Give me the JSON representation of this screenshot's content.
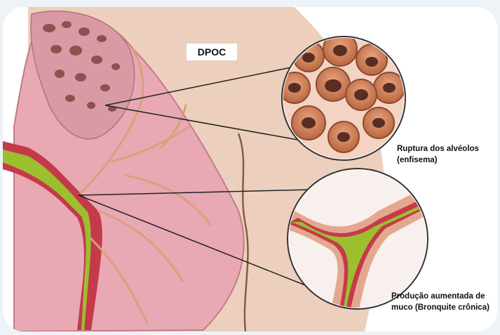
{
  "diagram": {
    "title": "DPOC",
    "labels": [
      {
        "id": "emphysema",
        "lines": [
          "Ruptura dos alvéolos",
          "(enfisema)"
        ]
      },
      {
        "id": "bronchitis",
        "lines": [
          "Produção aumentada de",
          "muco (Bronquite crônica)"
        ]
      }
    ]
  },
  "colors": {
    "background": "#eef3f8",
    "panel": "#ffffff",
    "lung_tissue": "#e8a9b4",
    "airway_wall": "#c43a4b",
    "mucus": "#9cbf2e",
    "skin": "#e9c7b1",
    "alveoli": "#d98b68"
  }
}
